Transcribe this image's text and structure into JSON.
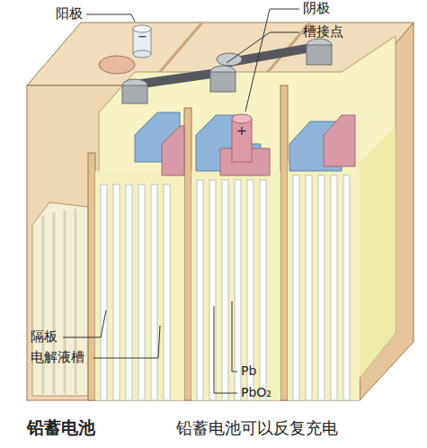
{
  "diagram": {
    "caption": "铅蓄电池",
    "labels": [
      "阳极",
      "阴极",
      "槽接点",
      "+",
      "−",
      "隔板",
      "电解液槽",
      "Pb",
      "PbO₂",
      "铅蓄电池可以反复充电"
    ]
  }
}
